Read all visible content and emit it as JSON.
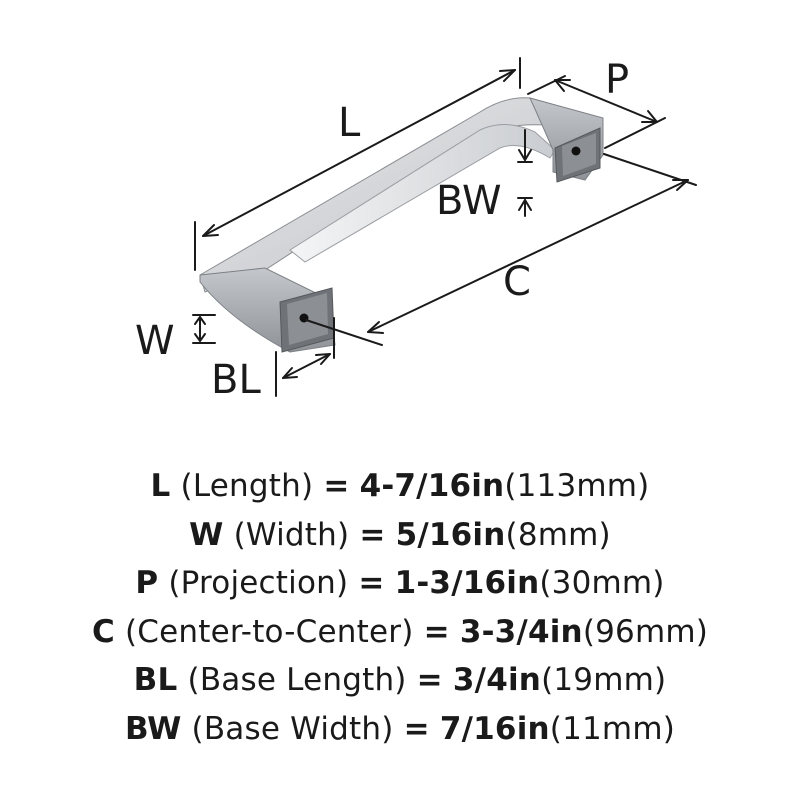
{
  "diagram": {
    "labels": {
      "L": "L",
      "P": "P",
      "BW": "BW",
      "C": "C",
      "W": "W",
      "BL": "BL"
    }
  },
  "specs": [
    {
      "abbr": "L",
      "name": "(Length)",
      "eq": "=",
      "inch": "4-7/16in",
      "mm": "(113mm)"
    },
    {
      "abbr": "W",
      "name": "(Width)",
      "eq": "=",
      "inch": "5/16in",
      "mm": "(8mm)"
    },
    {
      "abbr": "P",
      "name": "(Projection)",
      "eq": "=",
      "inch": "1-3/16in",
      "mm": "(30mm)"
    },
    {
      "abbr": "C",
      "name": "(Center-to-Center)",
      "eq": "=",
      "inch": "3-3/4in",
      "mm": "(96mm)"
    },
    {
      "abbr": "BL",
      "name": "(Base Length)",
      "eq": "=",
      "inch": "3/4in",
      "mm": "(19mm)"
    },
    {
      "abbr": "BW",
      "name": "(Base Width)",
      "eq": "=",
      "inch": "7/16in",
      "mm": "(11mm)"
    }
  ]
}
